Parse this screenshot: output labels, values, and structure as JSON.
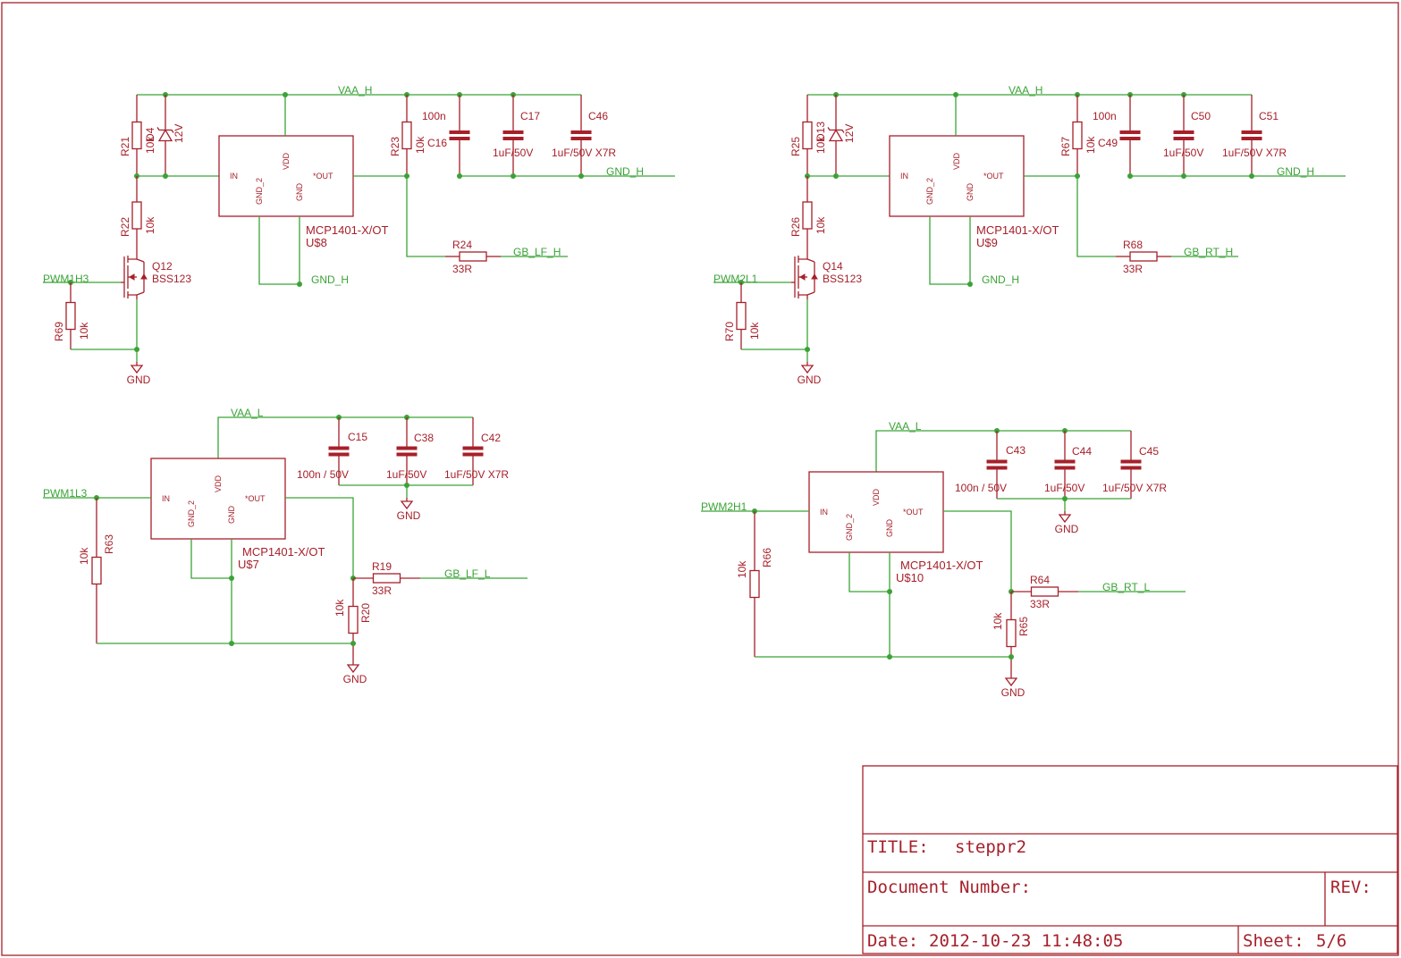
{
  "title_block": {
    "title_label": "TITLE:",
    "title": "steppr2",
    "docnum_label": "Document Number:",
    "rev_label": "REV:",
    "date_label": "Date:",
    "date": "2012-10-23 11:48:05",
    "sheet_label": "Sheet:",
    "sheet": "5/6"
  },
  "colors": {
    "part": "#a6202a",
    "wire": "#3aa336",
    "background": "#ffffff"
  },
  "ic_pins": {
    "in": "IN",
    "gnd2": "GND_2",
    "vdd": "VDD",
    "gnd": "GND",
    "out": "*OUT"
  },
  "circuits": [
    {
      "id": "lf-high",
      "chip": {
        "name": "U$8",
        "value": "MCP1401-X/OT"
      },
      "supply": "VAA_H",
      "ground_net": "GND_H",
      "output_net": "GB_LF_H",
      "input": "PWM1H3",
      "gnd_symbol": "GND",
      "pull_top": {
        "name": "R21",
        "value": "10k"
      },
      "zener": {
        "name": "D4",
        "value": "12V"
      },
      "pull_mid": {
        "name": "R22",
        "value": "10k"
      },
      "fet": {
        "name": "Q12",
        "value": "BSS123"
      },
      "gate_r": {
        "name": "R69",
        "value": "10k"
      },
      "out_pull": {
        "name": "R23",
        "value": "10k"
      },
      "series_r": {
        "name": "R24",
        "value": "33R"
      },
      "caps": [
        {
          "name": "C16",
          "value": "100n"
        },
        {
          "name": "C17",
          "value": "1uF/50V"
        },
        {
          "name": "C46",
          "value": "1uF/50V  X7R"
        }
      ]
    },
    {
      "id": "rt-high",
      "chip": {
        "name": "U$9",
        "value": "MCP1401-X/OT"
      },
      "supply": "VAA_H",
      "ground_net": "GND_H",
      "output_net": "GB_RT_H",
      "input": "PWM2L1",
      "gnd_symbol": "GND",
      "pull_top": {
        "name": "R25",
        "value": "10k"
      },
      "zener": {
        "name": "D13",
        "value": "12V"
      },
      "pull_mid": {
        "name": "R26",
        "value": "10k"
      },
      "fet": {
        "name": "Q14",
        "value": "BSS123"
      },
      "gate_r": {
        "name": "R70",
        "value": "10k"
      },
      "out_pull": {
        "name": "R67",
        "value": "10k"
      },
      "series_r": {
        "name": "R68",
        "value": "33R"
      },
      "caps": [
        {
          "name": "C49",
          "value": "100n"
        },
        {
          "name": "C50",
          "value": "1uF/50V"
        },
        {
          "name": "C51",
          "value": "1uF/50V  X7R"
        }
      ]
    },
    {
      "id": "lf-low",
      "chip": {
        "name": "U$7",
        "value": "MCP1401-X/OT"
      },
      "supply": "VAA_L",
      "output_net": "GB_LF_L",
      "input": "PWM1L3",
      "gnd_symbol": "GND",
      "in_r": {
        "name": "R63",
        "value": "10k"
      },
      "series_r": {
        "name": "R19",
        "value": "33R"
      },
      "out_r": {
        "name": "R20",
        "value": "10k"
      },
      "caps": [
        {
          "name": "C15",
          "value": "100n / 50V"
        },
        {
          "name": "C38",
          "value": "1uF/50V"
        },
        {
          "name": "C42",
          "value": "1uF/50V  X7R"
        }
      ]
    },
    {
      "id": "rt-low",
      "chip": {
        "name": "U$10",
        "value": "MCP1401-X/OT"
      },
      "supply": "VAA_L",
      "output_net": "GB_RT_L",
      "input": "PWM2H1",
      "gnd_symbol": "GND",
      "in_r": {
        "name": "R66",
        "value": "10k"
      },
      "series_r": {
        "name": "R64",
        "value": "33R"
      },
      "out_r": {
        "name": "R65",
        "value": "10k"
      },
      "caps": [
        {
          "name": "C43",
          "value": "100n / 50V"
        },
        {
          "name": "C44",
          "value": "1uF/50V"
        },
        {
          "name": "C45",
          "value": "1uF/50V  X7R"
        }
      ]
    }
  ]
}
